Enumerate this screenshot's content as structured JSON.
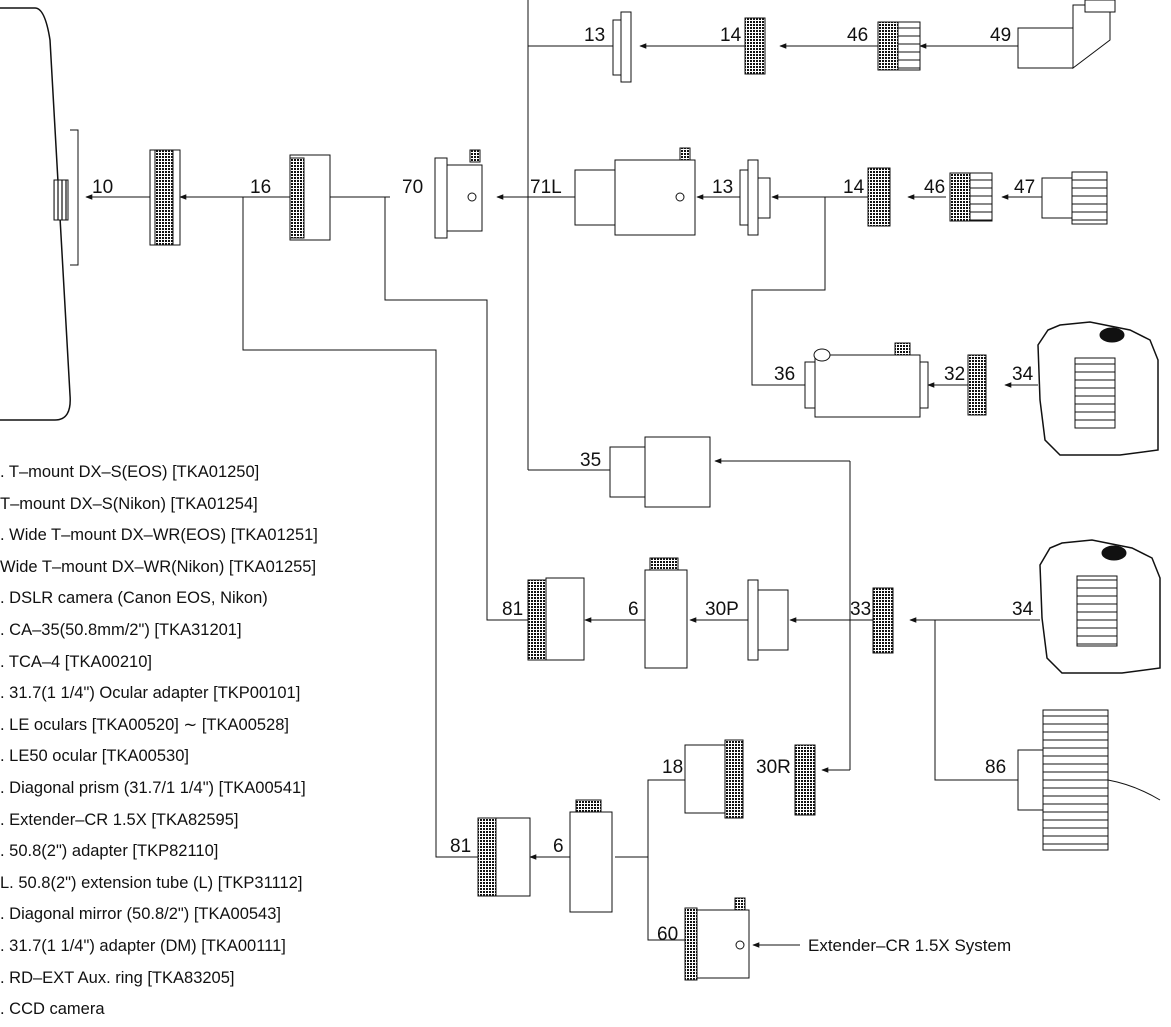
{
  "callouts": {
    "n10": "10",
    "n16": "16",
    "n70": "70",
    "n71L": "71L",
    "n13a": "13",
    "n13b": "13",
    "n14a": "14",
    "n14b": "14",
    "n46a": "46",
    "n46b": "46",
    "n49": "49",
    "n47": "47",
    "n36": "36",
    "n32": "32",
    "n34a": "34",
    "n34b": "34",
    "n35": "35",
    "n81a": "81",
    "n81b": "81",
    "n6a": "6",
    "n6b": "6",
    "n30P": "30P",
    "n33": "33",
    "n18": "18",
    "n30R": "30R",
    "n60": "60",
    "n86": "86"
  },
  "extender_label": "Extender–CR 1.5X  System",
  "legend": [
    ". T–mount DX–S(EOS) [TKA01250]",
    " T–mount DX–S(Nikon) [TKA01254]",
    ". Wide T–mount DX–WR(EOS) [TKA01251]",
    " Wide T–mount DX–WR(Nikon) [TKA01255]",
    ". DSLR camera (Canon EOS, Nikon)",
    ". CA–35(50.8mm/2\") [TKA31201]",
    ". TCA–4 [TKA00210]",
    ". 31.7(1 1/4\") Ocular adapter [TKP00101]",
    ". LE oculars [TKA00520] ∼ [TKA00528]",
    ". LE50 ocular [TKA00530]",
    ". Diagonal prism (31.7/1 1/4\") [TKA00541]",
    ". Extender–CR 1.5X [TKA82595]",
    ". 50.8(2\") adapter [TKP82110]",
    "L. 50.8(2\") extension tube (L) [TKP31112]",
    ". Diagonal mirror (50.8/2\") [TKA00543]",
    ". 31.7(1 1/4\") adapter (DM) [TKA00111]",
    ". RD–EXT Aux. ring [TKA83205]",
    ". CCD camera"
  ]
}
